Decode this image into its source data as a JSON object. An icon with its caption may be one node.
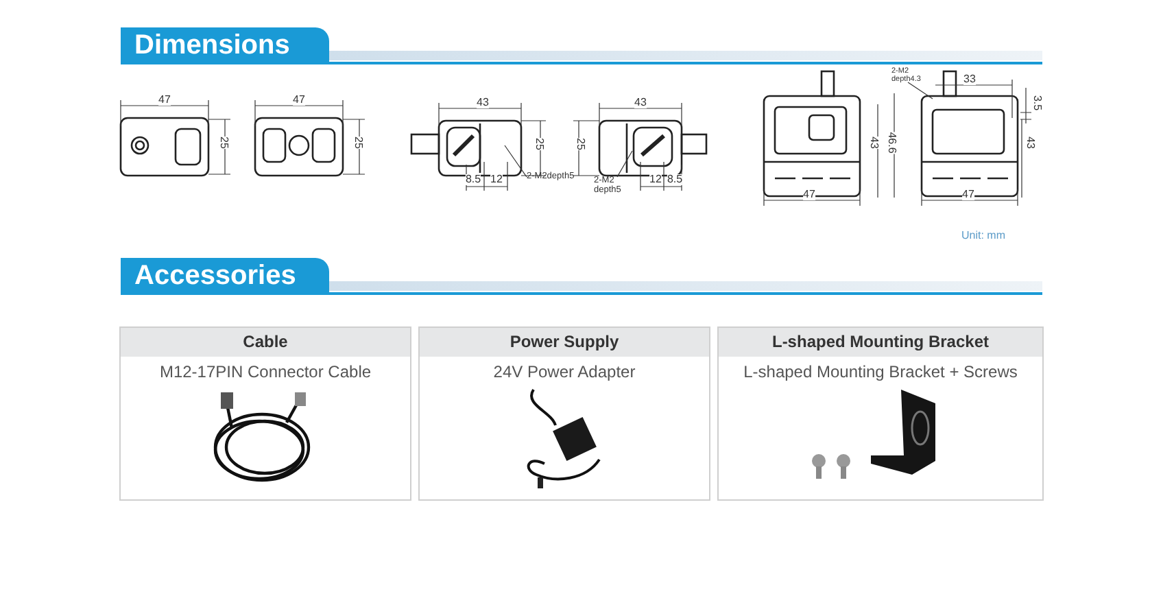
{
  "diagram": {
    "nodes": [
      {
        "text": [
          "Dimensions"
        ]
      },
      {
        "text": [
          "Accessories"
        ]
      },
      {
        "text": [
          "Cable",
          "M12-17PIN Connector Cable"
        ]
      },
      {
        "text": [
          "Power Supply",
          "24V Power Adapter"
        ]
      },
      {
        "text": [
          "L-shaped Mounting Bracket",
          "L-shaped Mounting Bracket + Screws"
        ]
      },
      {
        "text": [
          "2-M2depth5"
        ]
      },
      {
        "text": [
          "2-M2 depth5"
        ]
      },
      {
        "text": [
          "2-M2 depth4.3"
        ]
      }
    ],
    "edges": [
      {
        "from": 5,
        "to": null,
        "arrow": "none"
      },
      {
        "from": 6,
        "to": null,
        "arrow": "none"
      },
      {
        "from": 7,
        "to": null,
        "arrow": "none"
      }
    ],
    "labels": [
      "47",
      "25",
      "47",
      "25",
      "43",
      "25",
      "8.5",
      "12",
      "43",
      "25",
      "12",
      "8.5",
      "33",
      "3.5",
      "46.6",
      "43",
      "43",
      "47",
      "47",
      "Unit: mm"
    ]
  }
}
